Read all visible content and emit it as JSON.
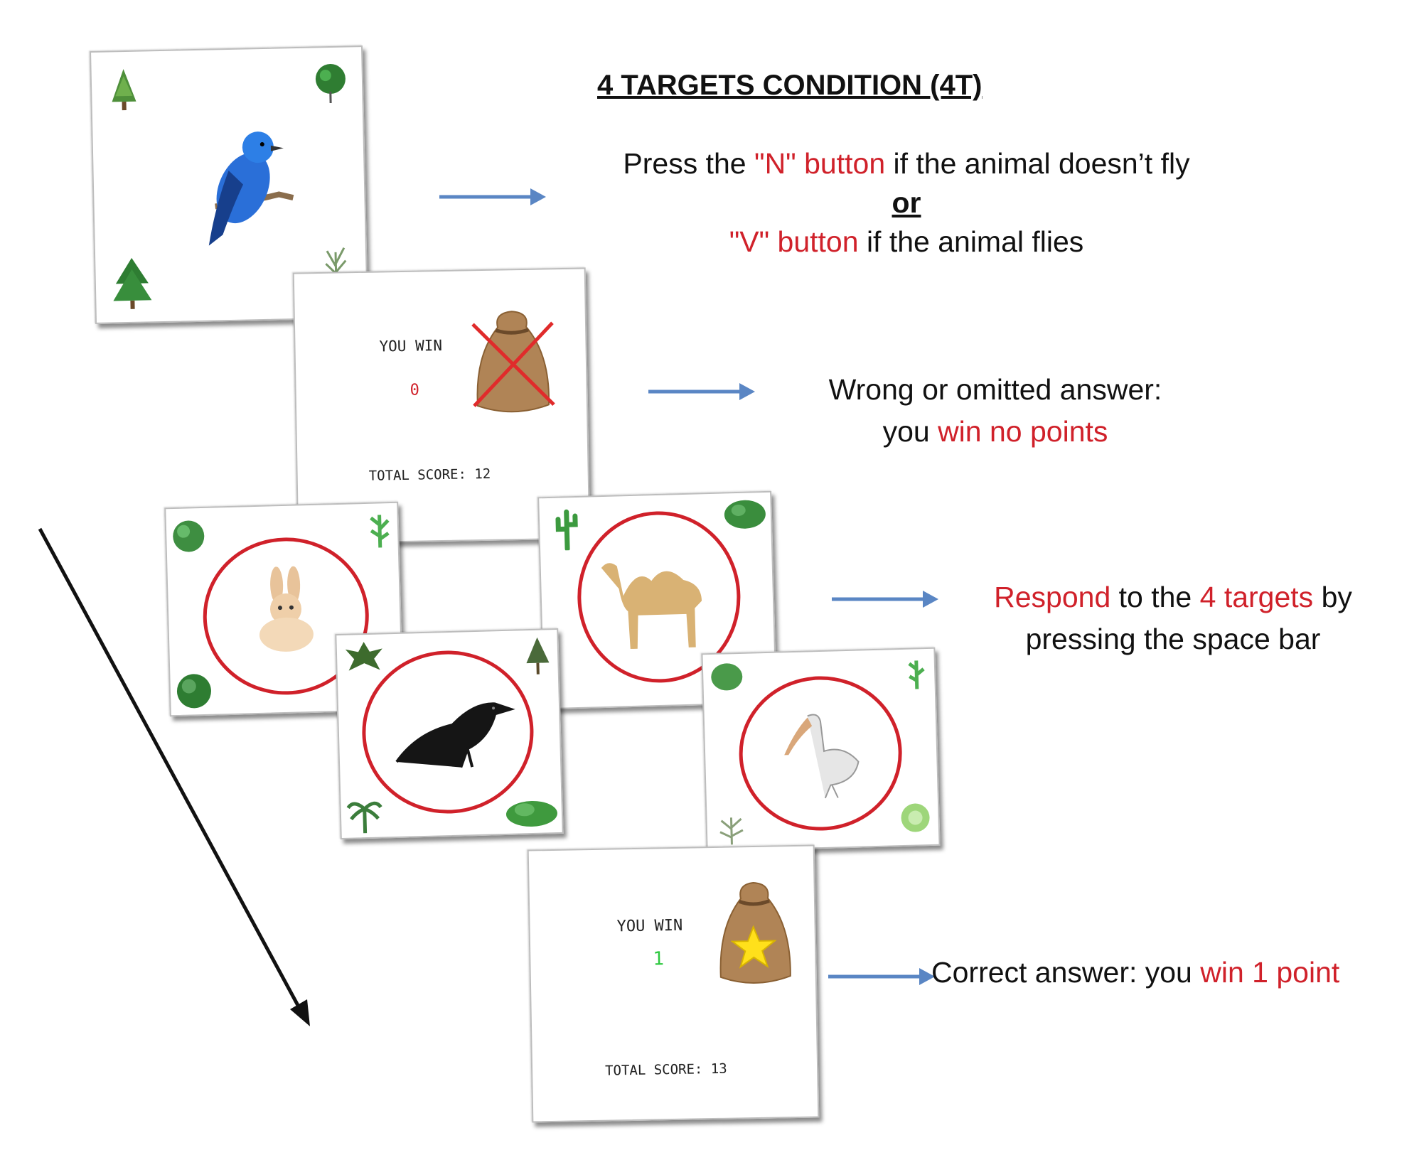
{
  "title": "4 TARGETS CONDITION (4T)",
  "instructions": {
    "line1": {
      "pre": "Press the ",
      "key": "\"N\" button",
      "post": " if the animal doesn’t fly"
    },
    "or": "or",
    "line3": {
      "key": "\"V\" button",
      "post": " if the animal flies"
    }
  },
  "wrong_feedback": {
    "line1": "Wrong or omitted answer:",
    "line2_pre": "you ",
    "line2_red": "win no points"
  },
  "targets_instruction": {
    "red1": "Respond",
    "mid1": " to the ",
    "red2": "4 targets",
    "post1": " by",
    "line2": "pressing the space bar"
  },
  "correct_feedback": {
    "pre": "Correct answer: you ",
    "red": "win 1 point"
  },
  "screens": {
    "wrong": {
      "you_win_label": "YOU WIN",
      "points": "0",
      "total_score": "TOTAL SCORE: 12"
    },
    "correct": {
      "you_win_label": "YOU WIN",
      "points": "1",
      "total_score": "TOTAL SCORE: 13"
    }
  },
  "colors": {
    "accent_red": "#d0212a",
    "arrow_blue": "#5a86c4",
    "win_green": "#2ec840",
    "bird_blue": "#2a6fd8"
  },
  "icons": [
    "bluebird-icon",
    "rabbit-icon",
    "camel-icon",
    "crow-icon",
    "pelican-icon",
    "money-bag-icon",
    "star-icon",
    "tree-icon",
    "cactus-icon",
    "shrub-icon"
  ]
}
